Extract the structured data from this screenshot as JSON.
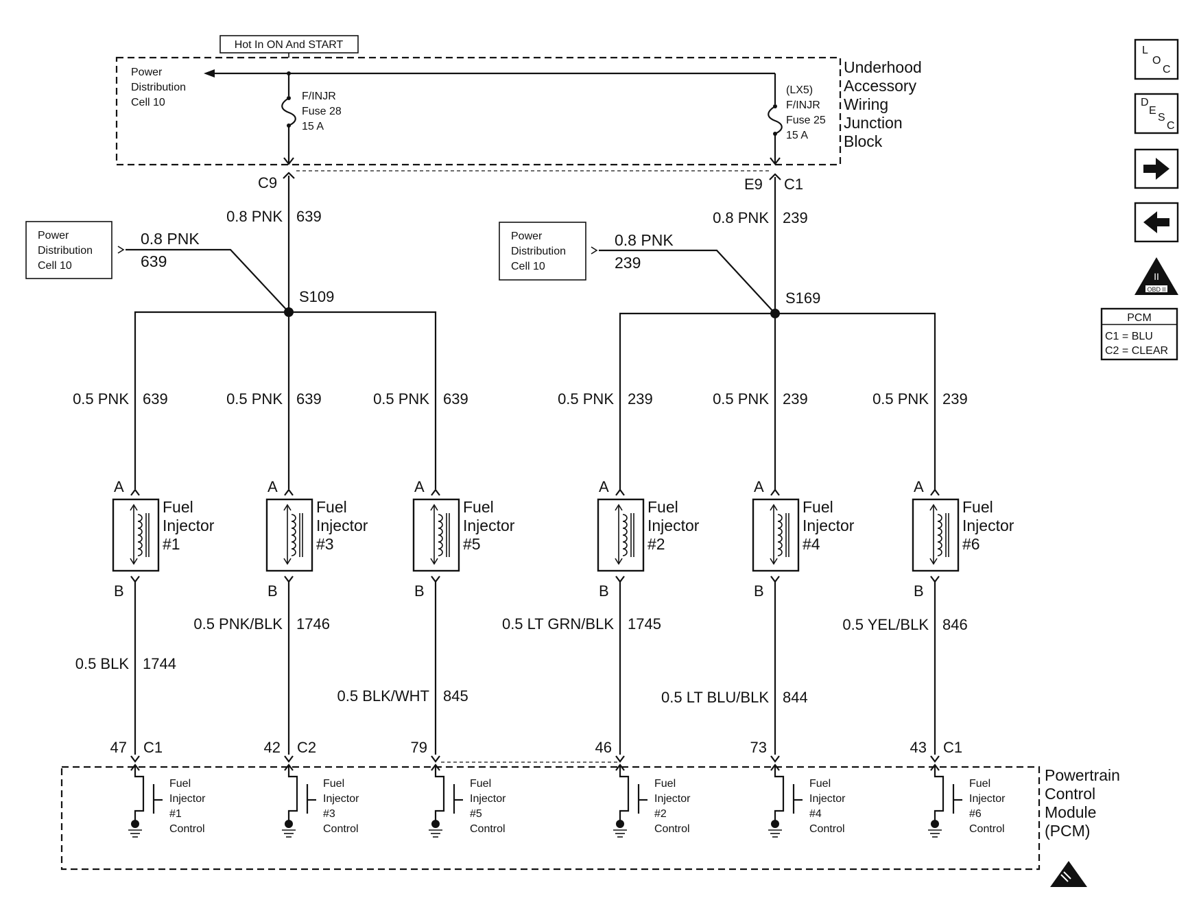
{
  "top_label": "Hot In ON And START",
  "power_dist_top": [
    "Power",
    "Distribution",
    "Cell 10"
  ],
  "fuse_28": [
    "F/INJR",
    "Fuse 28",
    "15 A"
  ],
  "fuse_25": [
    "(LX5)",
    "F/INJR",
    "Fuse 25",
    "15 A"
  ],
  "uawjb": [
    "Underhood",
    "Accessory",
    "Wiring",
    "Junction",
    "Block"
  ],
  "conn_c9": "C9",
  "conn_e9": "E9",
  "conn_c1_top": "C1",
  "feed_left": {
    "wire": "0.8 PNK",
    "circuit": "639"
  },
  "feed_right": {
    "wire": "0.8 PNK",
    "circuit": "239"
  },
  "pd_box_left": [
    "Power",
    "Distribution",
    "Cell 10"
  ],
  "pd_box_right": [
    "Power",
    "Distribution",
    "Cell 10"
  ],
  "pd_wire_left": {
    "wire": "0.8 PNK",
    "circuit": "639"
  },
  "pd_wire_right": {
    "wire": "0.8 PNK",
    "circuit": "239"
  },
  "splice_left": "S109",
  "splice_right": "S169",
  "pin_a": "A",
  "pin_b": "B",
  "injector_label": [
    "Fuel",
    "Injector"
  ],
  "injectors": [
    {
      "num": "#1",
      "top_wire": "0.5 PNK",
      "top_circuit": "639",
      "bot_wire": "0.5 BLK",
      "bot_circuit": "1744",
      "pin": "47",
      "conn": "C1",
      "pcm_label": [
        "Fuel",
        "Injector",
        "#1",
        "Control"
      ]
    },
    {
      "num": "#3",
      "top_wire": "0.5 PNK",
      "top_circuit": "639",
      "bot_wire": "0.5 PNK/BLK",
      "bot_circuit": "1746",
      "pin": "42",
      "conn": "C2",
      "pcm_label": [
        "Fuel",
        "Injector",
        "#3",
        "Control"
      ]
    },
    {
      "num": "#5",
      "top_wire": "0.5 PNK",
      "top_circuit": "639",
      "bot_wire": "0.5 BLK/WHT",
      "bot_circuit": "845",
      "pin": "79",
      "conn": "",
      "pcm_label": [
        "Fuel",
        "Injector",
        "#5",
        "Control"
      ]
    },
    {
      "num": "#2",
      "top_wire": "0.5 PNK",
      "top_circuit": "239",
      "bot_wire": "0.5 LT GRN/BLK",
      "bot_circuit": "1745",
      "pin": "46",
      "conn": "",
      "pcm_label": [
        "Fuel",
        "Injector",
        "#2",
        "Control"
      ]
    },
    {
      "num": "#4",
      "top_wire": "0.5 PNK",
      "top_circuit": "239",
      "bot_wire": "0.5 LT BLU/BLK",
      "bot_circuit": "844",
      "pin": "73",
      "conn": "",
      "pcm_label": [
        "Fuel",
        "Injector",
        "#4",
        "Control"
      ]
    },
    {
      "num": "#6",
      "top_wire": "0.5 PNK",
      "top_circuit": "239",
      "bot_wire": "0.5 YEL/BLK",
      "bot_circuit": "846",
      "pin": "43",
      "conn": "C1",
      "pcm_label": [
        "Fuel",
        "Injector",
        "#6",
        "Control"
      ]
    }
  ],
  "pcm": [
    "Powertrain",
    "Control",
    "Module",
    "(PCM)"
  ],
  "sidebar": {
    "loc": [
      "L",
      "O",
      "C"
    ],
    "desc": [
      "D",
      "E",
      "S",
      "C"
    ],
    "next_icon": "arrow-right-icon",
    "prev_icon": "arrow-left-icon",
    "obd_badge": {
      "roman": "II",
      "text": "OBD II"
    },
    "pcm_legend": {
      "title": "PCM",
      "rows": [
        "C1 = BLU",
        "C2 = CLEAR"
      ]
    }
  }
}
